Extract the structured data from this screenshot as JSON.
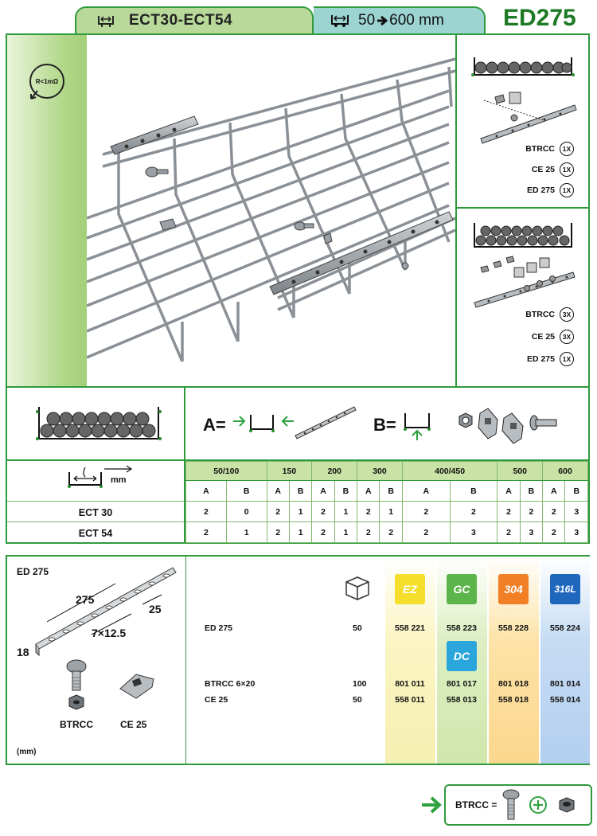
{
  "header": {
    "series": "ECT30-ECT54",
    "width_range": "50",
    "width_range_to": "600 mm",
    "code": "ED275"
  },
  "top": {
    "resistance": "R<1mΩ",
    "assembly1": [
      {
        "name": "BTRCC",
        "qty": "1X"
      },
      {
        "name": "CE 25",
        "qty": "1X"
      },
      {
        "name": "ED 275",
        "qty": "1X"
      }
    ],
    "assembly2": [
      {
        "name": "BTRCC",
        "qty": "3X"
      },
      {
        "name": "CE 25",
        "qty": "3X"
      },
      {
        "name": "ED 275",
        "qty": "1X"
      }
    ]
  },
  "middle": {
    "label_a": "A=",
    "label_b": "B=",
    "length_unit": "mm",
    "sizes": [
      "50/100",
      "150",
      "200",
      "300",
      "400/450",
      "500",
      "600"
    ],
    "ab": [
      "A",
      "B"
    ],
    "rows": [
      {
        "label": "ECT 30",
        "values": [
          "2",
          "0",
          "2",
          "1",
          "2",
          "1",
          "2",
          "1",
          "2",
          "2",
          "2",
          "2",
          "2",
          "3"
        ]
      },
      {
        "label": "ECT 54",
        "values": [
          "2",
          "1",
          "2",
          "1",
          "2",
          "1",
          "2",
          "2",
          "2",
          "3",
          "2",
          "3",
          "2",
          "3"
        ]
      }
    ]
  },
  "product": {
    "title": "ED 275",
    "dim_length": "275",
    "dim_25": "25",
    "dim_holes": "7×12.5",
    "dim_18": "18",
    "part1": "BTRCC",
    "part2": "CE 25",
    "unit": "(mm)",
    "finishes": [
      {
        "key": "ez",
        "label": "EZ",
        "color": "#f5df2c"
      },
      {
        "key": "gc",
        "label": "GC",
        "color": "#5cb54a"
      },
      {
        "key": "dc",
        "label": "DC",
        "color": "#2aa6dc"
      },
      {
        "key": "s304",
        "label": "304",
        "color": "#f07f25"
      },
      {
        "key": "s316",
        "label": "316L",
        "color": "#1f66bd"
      }
    ],
    "items": [
      {
        "name": "ED 275",
        "pack": "50",
        "ez": "558 221",
        "gc": "558 223",
        "s304": "558 228",
        "s316": "558 224"
      },
      {
        "name": "BTRCC  6×20",
        "pack": "100",
        "ez": "801 011",
        "gc": "801 017",
        "s304": "801 018",
        "s316": "801 014"
      },
      {
        "name": "CE 25",
        "pack": "50",
        "ez": "558 011",
        "gc": "558 013",
        "s304": "558 018",
        "s316": "558 014"
      }
    ]
  },
  "footer": {
    "label": "BTRCC ="
  }
}
